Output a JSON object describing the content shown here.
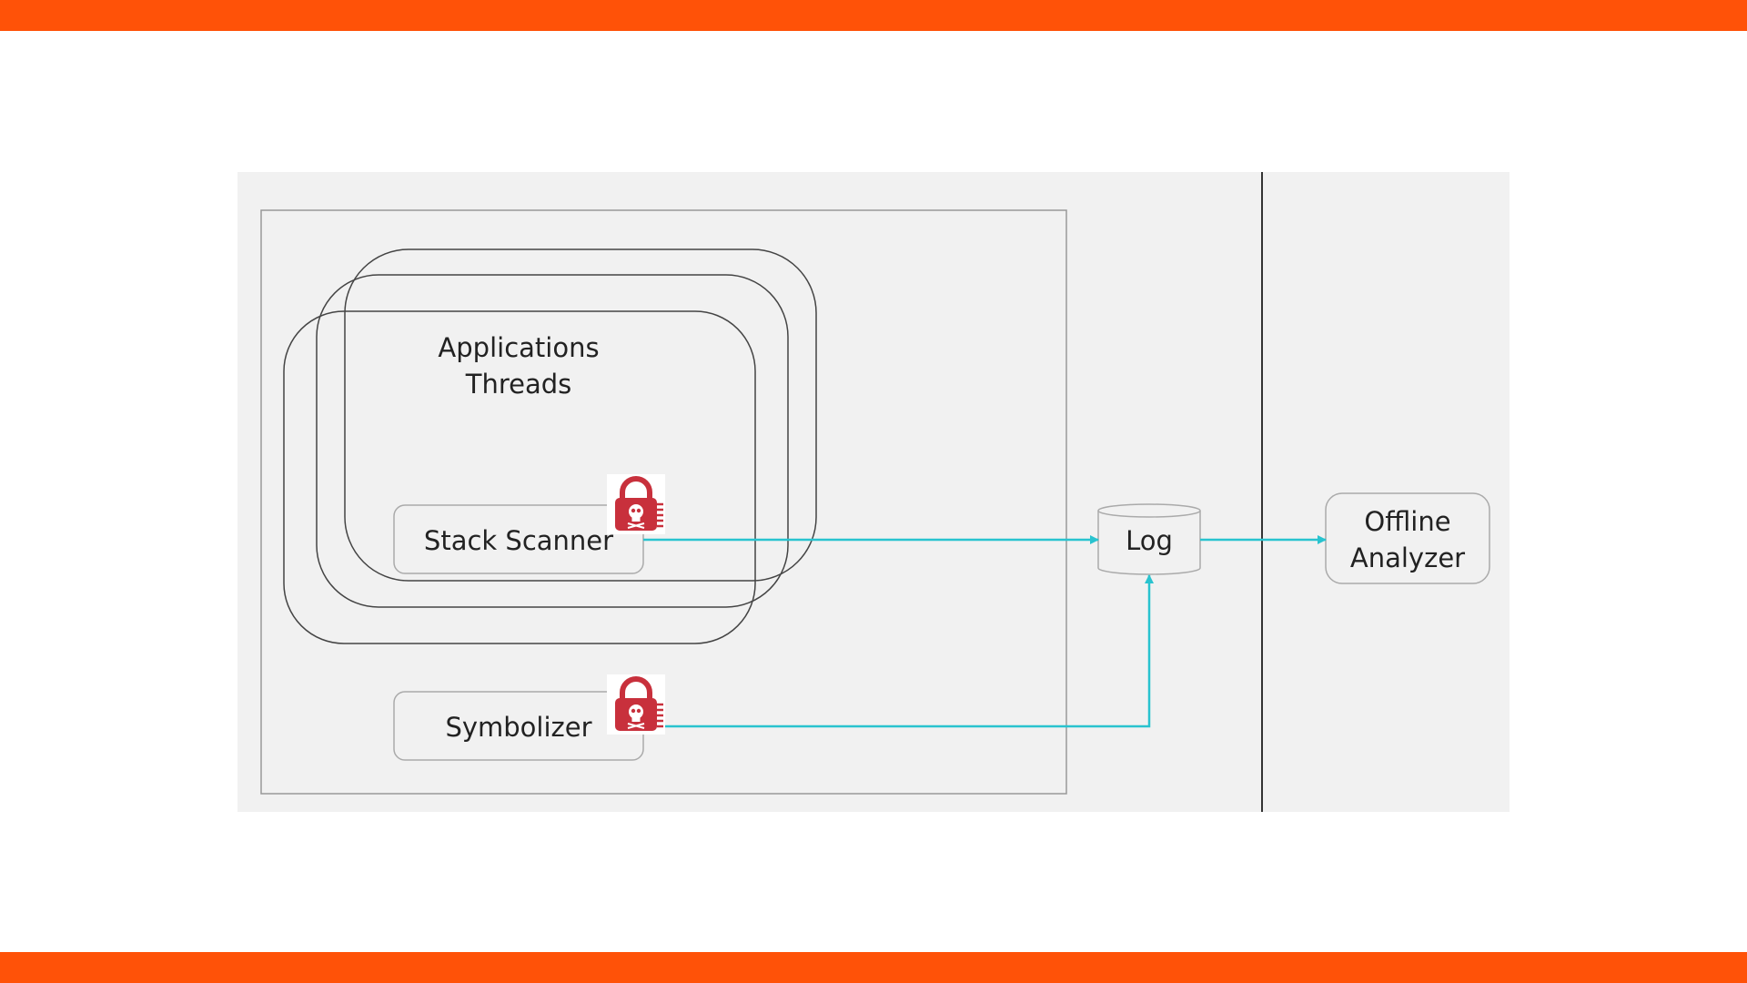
{
  "colors": {
    "accent_bar": "#ff5208",
    "panel_bg": "#f1f1f1",
    "connector": "#29c3cf",
    "outline": "#444444",
    "node_border": "#aaaaaa",
    "lock_red": "#c8303c"
  },
  "nodes": {
    "app_threads": {
      "line1": "Applications",
      "line2": "Threads"
    },
    "stack_scanner": {
      "label": "Stack Scanner",
      "badge_icon": "skull-lock-icon"
    },
    "symbolizer": {
      "label": "Symbolizer",
      "badge_icon": "skull-lock-icon"
    },
    "log": {
      "label": "Log",
      "shape": "cylinder"
    },
    "offline_analyzer": {
      "line1": "Offline",
      "line2": "Analyzer"
    }
  },
  "edges": [
    {
      "from": "Stack Scanner",
      "to": "Log"
    },
    {
      "from": "Symbolizer",
      "to": "Log"
    },
    {
      "from": "Log",
      "to": "Offline Analyzer"
    }
  ]
}
